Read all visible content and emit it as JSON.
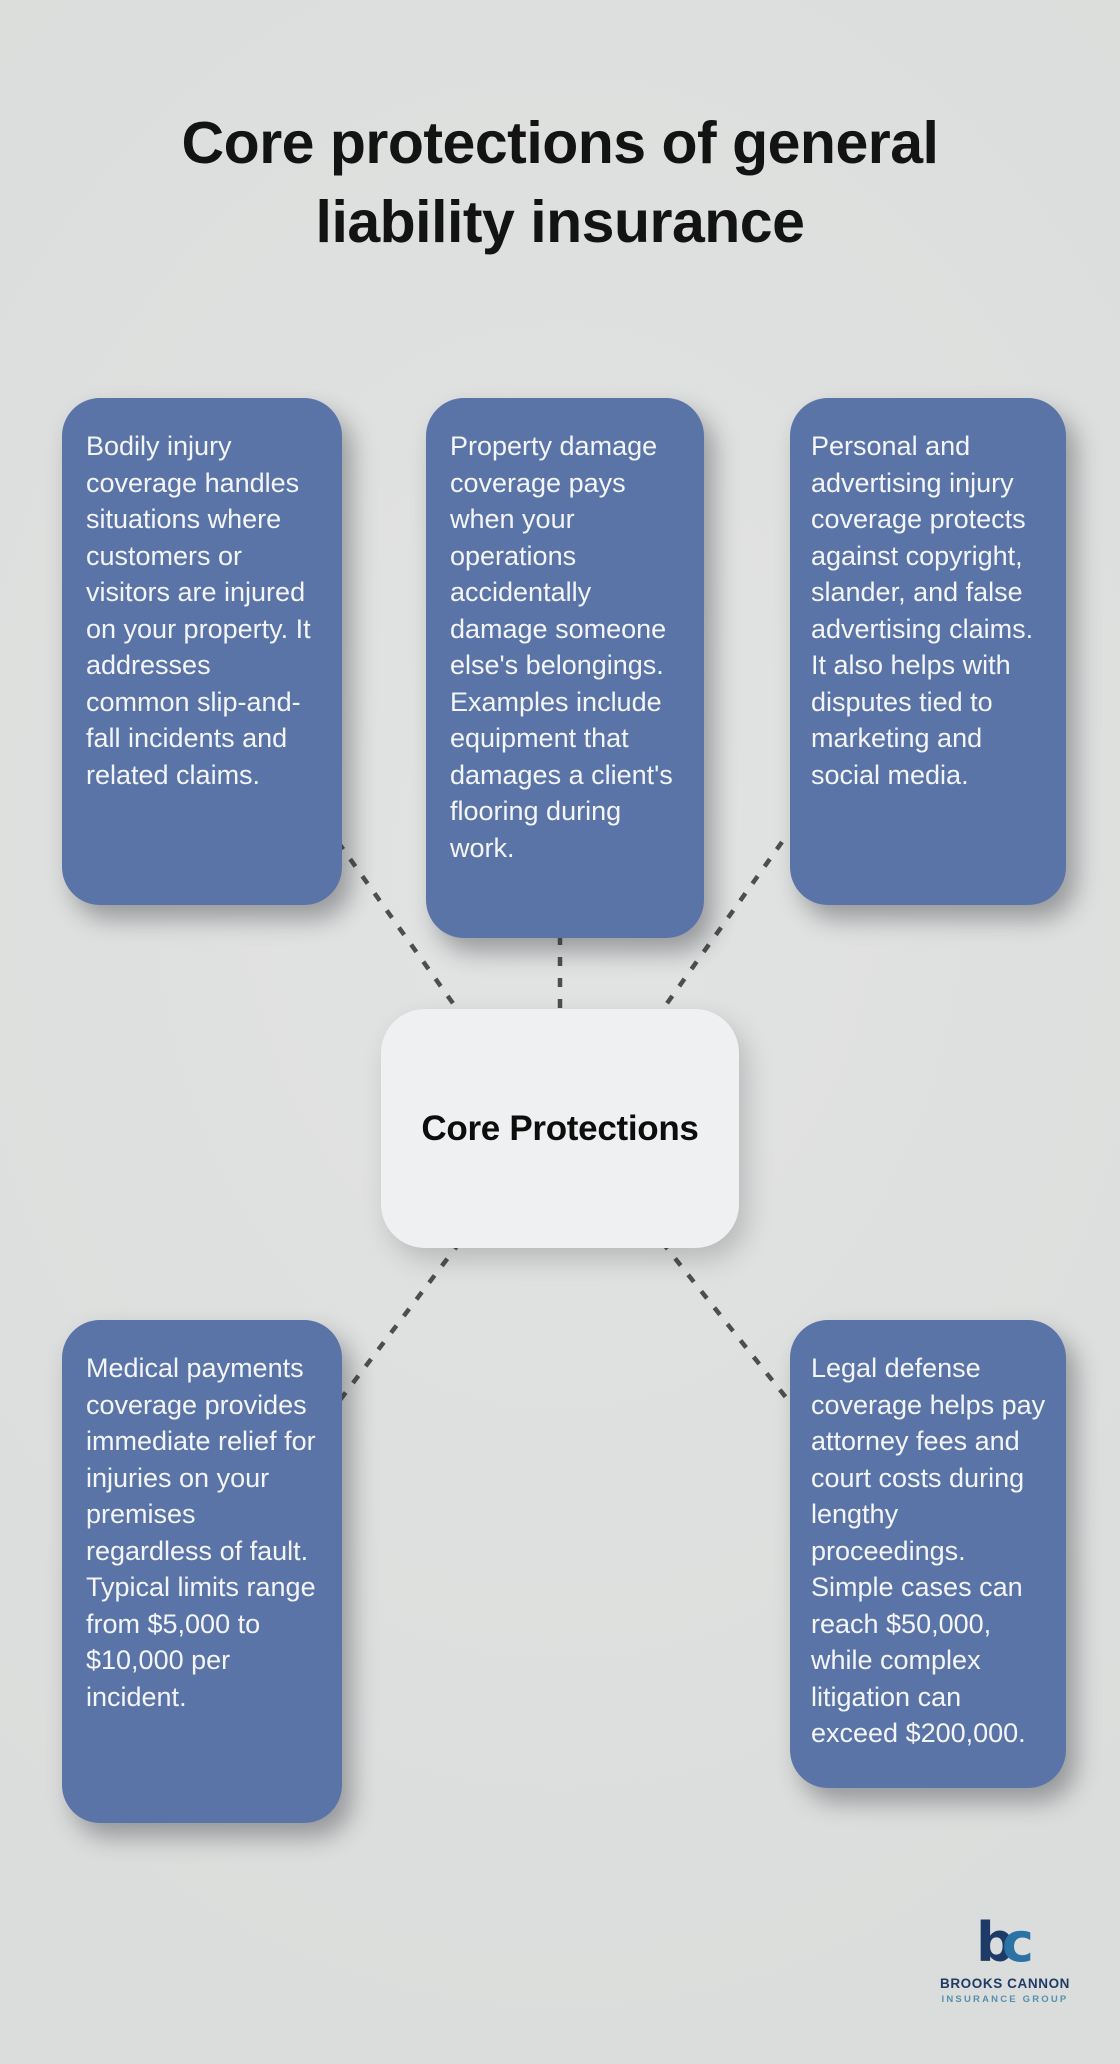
{
  "title": {
    "line1": "Core protections of general",
    "line2": "liability insurance"
  },
  "center": {
    "label": "Core Protections"
  },
  "nodes": [
    {
      "id": "bodily-injury",
      "text": "Bodily injury coverage handles situations where customers or visitors are injured on your property. It addresses common slip-and-fall incidents and related claims."
    },
    {
      "id": "property-damage",
      "text": "Property damage coverage pays when your operations accidentally damage someone else's belongings. Examples include equipment that damages a client's flooring during work."
    },
    {
      "id": "personal-advertising-injury",
      "text": "Personal and advertising injury coverage protects against copyright, slander, and false advertising claims. It also helps with disputes tied to marketing and social media."
    },
    {
      "id": "medical-payments",
      "text": "Medical payments coverage provides immediate relief for injuries on your premises regardless of fault. Typical limits range from $5,000 to $10,000 per incident."
    },
    {
      "id": "legal-defense",
      "text": "Legal defense coverage helps pay attorney fees and court costs during lengthy proceedings. Simple cases can reach $50,000, while complex litigation can exceed $200,000."
    }
  ],
  "logo": {
    "monogram_b": "b",
    "monogram_c": "c",
    "name": "BROOKS CANNON",
    "tagline": "INSURANCE GROUP"
  },
  "colors": {
    "background": "#dee0df",
    "node_fill": "#5b74a8",
    "node_text": "#f3f5f7",
    "center_fill": "#eff0f1",
    "title_text": "#131313",
    "connector": "#4e4e4e",
    "logo_navy": "#1e3a66",
    "logo_steel_blue": "#2b72a5"
  }
}
